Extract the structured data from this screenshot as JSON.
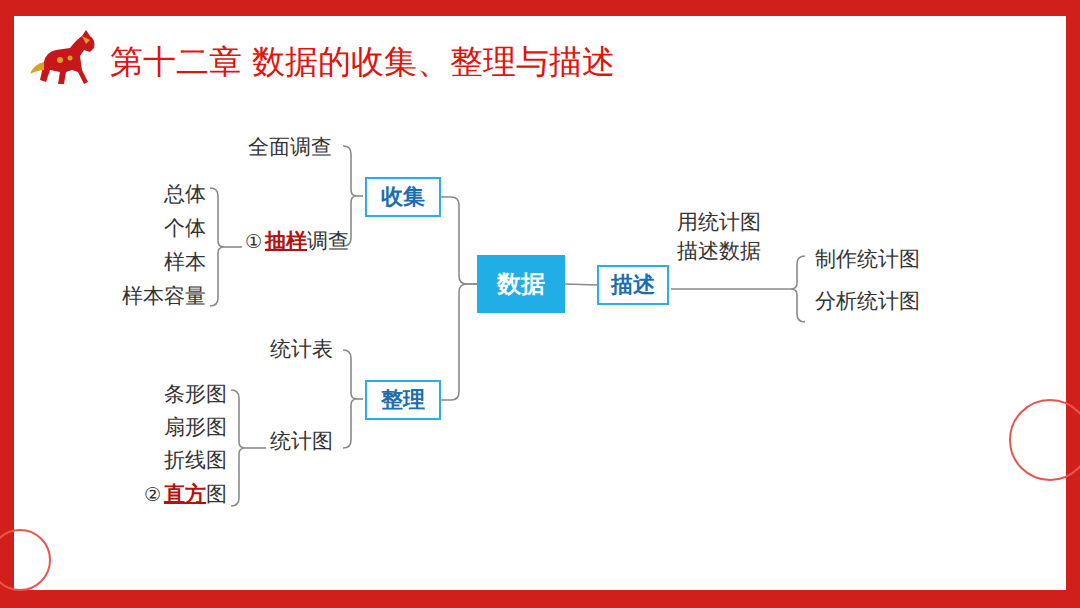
{
  "diagram": {
    "title": "第十二章 数据的收集、整理与描述",
    "nodes": [
      {
        "text": [
          "收集"
        ]
      },
      {
        "text": [
          "整理"
        ]
      },
      {
        "text": [
          "数据"
        ]
      },
      {
        "text": [
          "描述"
        ]
      }
    ],
    "edges": [
      {
        "from": 2,
        "to": 0,
        "arrow": "none"
      },
      {
        "from": 2,
        "to": 1,
        "arrow": "none"
      },
      {
        "from": 2,
        "to": 3,
        "arrow": "none"
      }
    ],
    "labels": [
      "全面调查",
      "总体",
      "个体",
      "样本",
      "样本容量",
      "①",
      "抽样",
      "调查",
      "统计表",
      "条形图",
      "扇形图",
      "折线图",
      "②",
      "直方",
      "图",
      "统计图",
      "用统计图 描述数据",
      "制作统计图",
      "分析统计图"
    ]
  }
}
